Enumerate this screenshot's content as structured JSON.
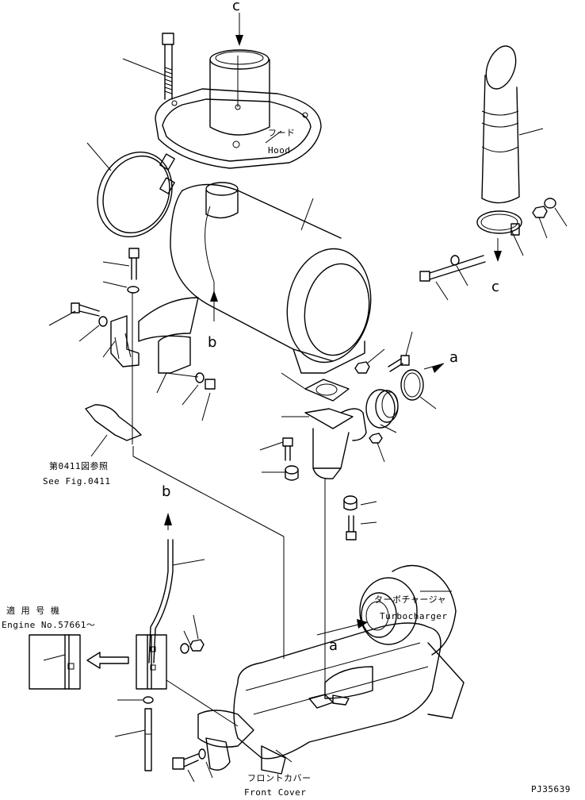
{
  "labels": {
    "hood_jp": "フード",
    "hood_en": "Hood",
    "turbo_jp": "ターボチャージャ",
    "turbo_en": "Turbocharger",
    "front_cover_jp": "フロントカバー",
    "front_cover_en": "Front Cover",
    "see_fig_jp": "第0411図参照",
    "see_fig_en": "See Fig.0411",
    "engine_jp": "適 用 号 機",
    "engine_en": "Engine No.57661〜",
    "drawing_no": "PJ35639"
  },
  "reference_letters": {
    "c_top": "c",
    "c_right": "c",
    "b_muffler": "b",
    "b_pipe": "b",
    "a_right": "a",
    "a_turbo": "a"
  }
}
